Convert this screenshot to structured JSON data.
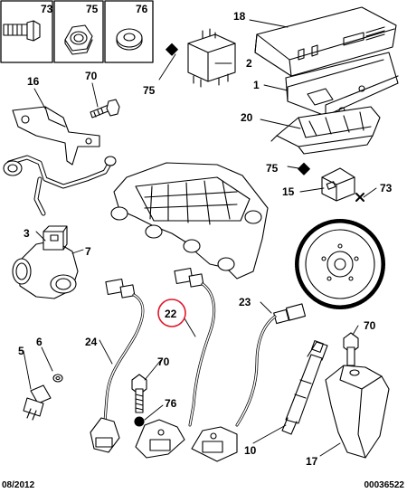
{
  "header_boxes": [
    {
      "ref": "73",
      "icon": "bolt-icon"
    },
    {
      "ref": "75",
      "icon": "hex-nut-icon"
    },
    {
      "ref": "76",
      "icon": "washer-icon"
    }
  ],
  "callouts": {
    "c18": "18",
    "c2": "2",
    "c75a": "75",
    "c1": "1",
    "c20": "20",
    "c16": "16",
    "c70a": "70",
    "c75b": "75",
    "c15": "15",
    "c73": "73",
    "c3": "3",
    "c7": "7",
    "c22": "22",
    "c23": "23",
    "c24": "24",
    "c6": "6",
    "c5": "5",
    "c70b": "70",
    "c76": "76",
    "c70c": "70",
    "c10": "10",
    "c17": "17"
  },
  "highlighted_callout": "22",
  "highlight_color": "#e0162b",
  "footer": {
    "date": "08/2012",
    "reference": "00036522"
  }
}
